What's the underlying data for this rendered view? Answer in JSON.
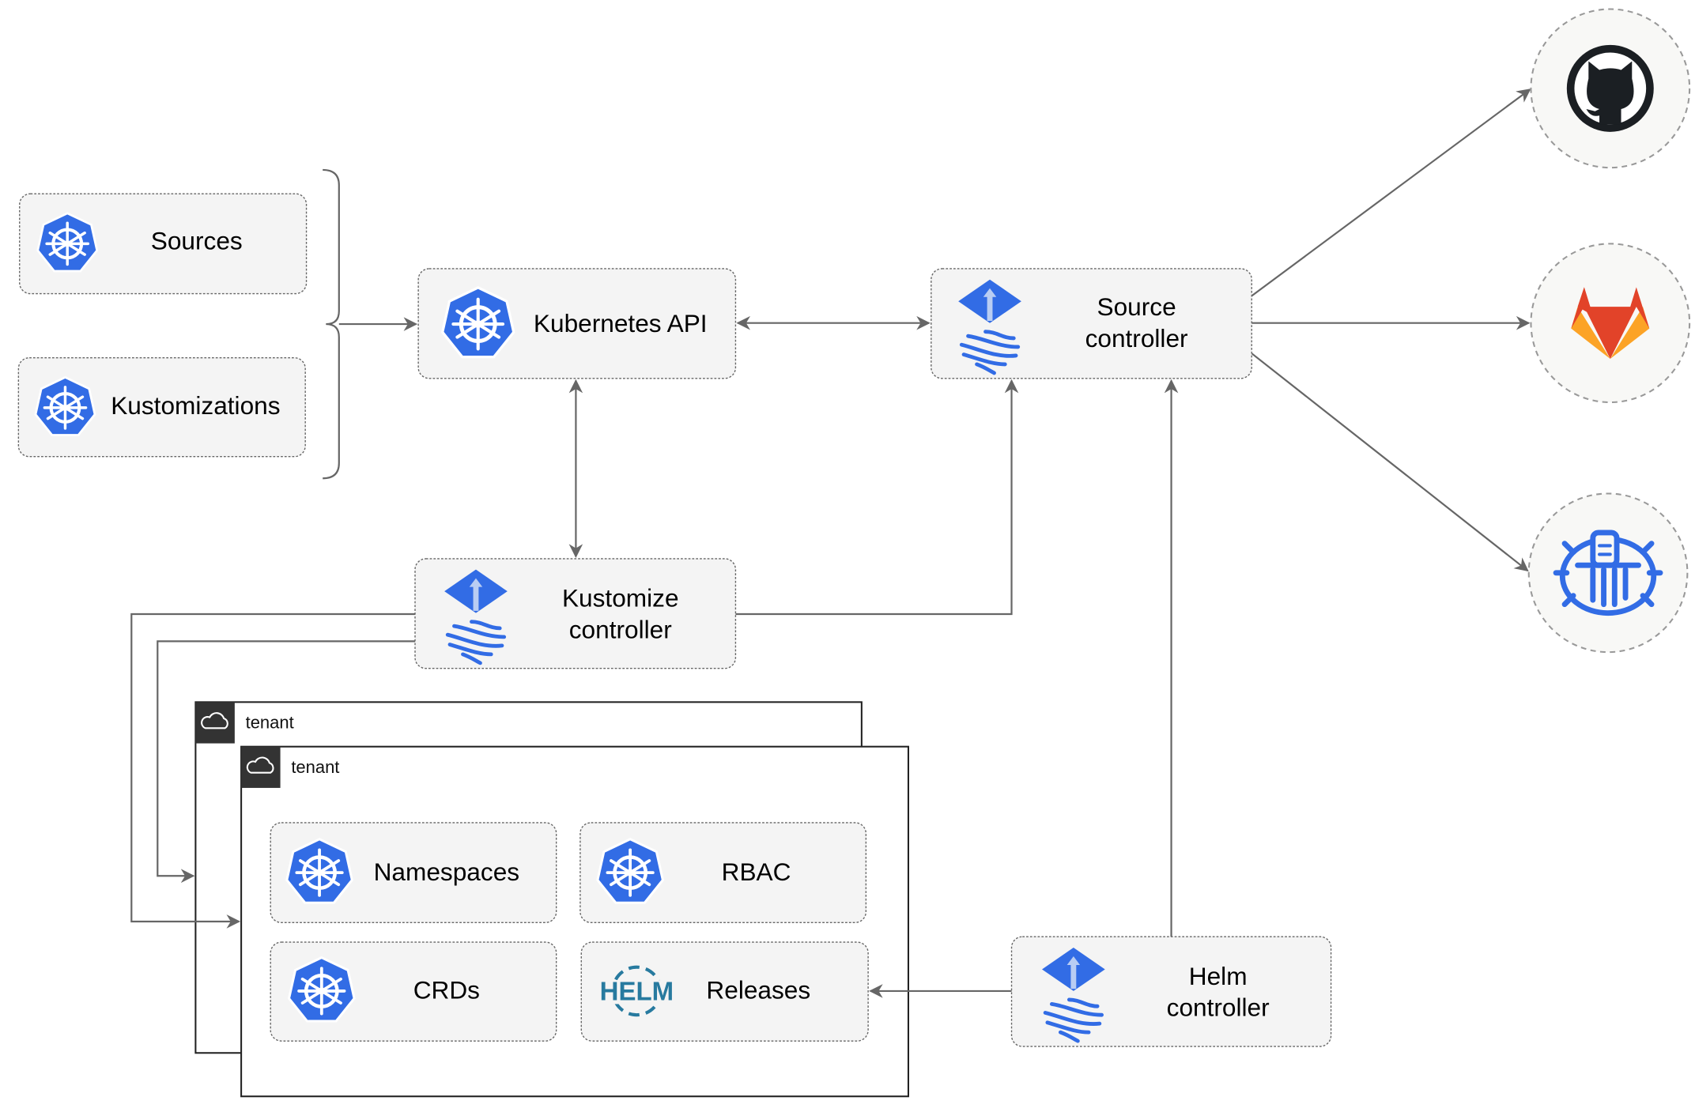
{
  "nodes": {
    "sources": "Sources",
    "kustomizations": "Kustomizations",
    "kubernetes_api": "Kubernetes API",
    "source_controller": [
      "Source",
      "controller"
    ],
    "kustomize_controller": [
      "Kustomize",
      "controller"
    ],
    "helm_controller": [
      "Helm",
      "controller"
    ],
    "namespaces": "Namespaces",
    "rbac": "RBAC",
    "crds": "CRDs",
    "releases": "Releases"
  },
  "tenants": [
    "tenant",
    "tenant"
  ],
  "helm_logo_text": "HELM",
  "external_sources": [
    "github-icon",
    "gitlab-icon",
    "bucket-icon"
  ],
  "colors": {
    "kubernetes": "#326CE5",
    "flux": "#326CE5",
    "gitlab_red": "#E24329",
    "gitlab_orange": "#FCA326",
    "helm": "#277A9F",
    "github": "#1B1F23"
  }
}
